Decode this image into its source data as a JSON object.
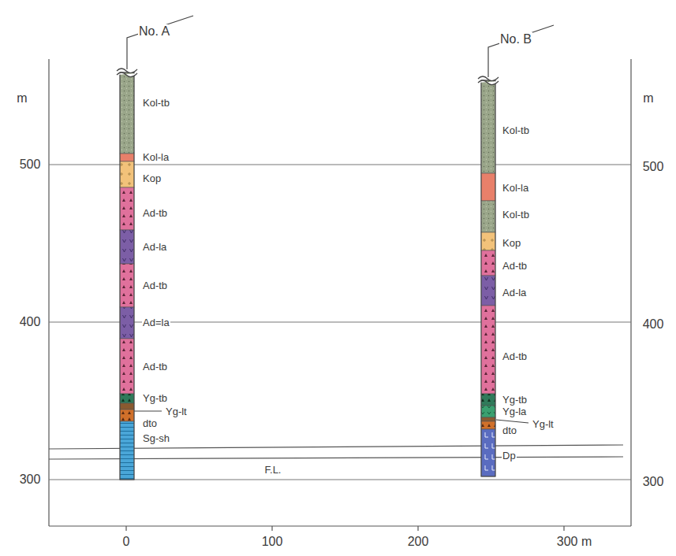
{
  "diagram": {
    "labels": [
      "No. A",
      "No. B",
      "m",
      "m",
      "500",
      "500",
      "400",
      "400",
      "300",
      "300",
      "Kol-tb",
      "Kol-la",
      "Kop",
      "Ad-tb",
      "Ad-la",
      "Ad-tb",
      "Ad=la",
      "Ad-tb",
      "Yg-tb",
      "Yg-lt",
      "dto",
      "Sg-sh",
      "Kol-tb",
      "Kol-la",
      "Kol-tb",
      "Kop",
      "Ad-tb",
      "Ad-la",
      "Ad-tb",
      "Yg-tb",
      "Yg-la",
      "Yg-lt",
      "dto",
      "Dp",
      "F.L.",
      "0",
      "100",
      "200",
      "300 m"
    ]
  }
}
